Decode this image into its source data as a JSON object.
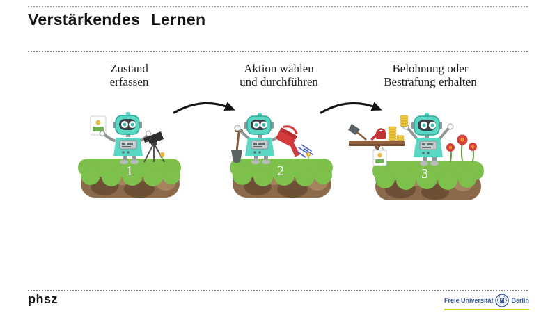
{
  "slide": {
    "title": "Verstärkendes  Lernen",
    "footer_left": "phsz",
    "footer_right_left": "Freie Universität",
    "footer_right_right": "Berlin"
  },
  "steps": [
    {
      "number": "1",
      "caption_lines": [
        "Zustand",
        "erfassen"
      ],
      "scene": "robot-capturing-state-with-camera-on-tripod"
    },
    {
      "number": "2",
      "caption_lines": [
        "Aktion wählen",
        "und durchführen"
      ],
      "scene": "robot-watering-sprout-with-red-can-and-shovel"
    },
    {
      "number": "3",
      "caption_lines": [
        "Belohnung oder",
        "Bestrafung erhalten"
      ],
      "scene": "robot-holding-coins-beside-reward-shelf-and-flowers"
    }
  ],
  "icons": {
    "step_connector": "curved-right-arrow",
    "footer_seal": "fu-berlin-university-seal"
  },
  "colors": {
    "accent_teal": "#58d7c3",
    "grass_green": "#7dc04b",
    "dirt_brown": "#8a6a4b",
    "reward_red": "#d4393b",
    "coin_gold": "#ecc83e",
    "fu_blue": "#39589c",
    "fu_lime": "#c3d600",
    "ink": "#141414"
  }
}
